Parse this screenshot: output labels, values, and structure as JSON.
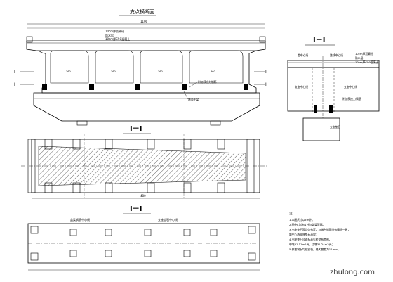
{
  "views": {
    "elevation_title": "支点横断面",
    "section_title": "I－I",
    "plan_title": "I－I",
    "lower_plan_title": "I－I"
  },
  "markers": {
    "section_mark": "I",
    "dim_top": "1100",
    "dim_bottom": "480"
  },
  "elevation": {
    "layer_1": "10cm厚沥青砼",
    "layer_2": "防水层",
    "layer_3": "10cm厚C50混凝土",
    "span_labels": [
      "360",
      "360",
      "360",
      "360"
    ],
    "callout_pier": "墩顶主梁",
    "callout_bearing": "附加预应力钢筋"
  },
  "section": {
    "top_label_1": "10cm厚沥青砼",
    "top_label_2": "防水层",
    "top_label_3": "10cm厚C50混凝土",
    "mark_a": "盖中心线",
    "mark_b": "路线中心线",
    "mark_c": "支座中心线",
    "mark_d": "支座中心线",
    "mark_e": "附加预应力钢筋",
    "base_label": "支座垫石"
  },
  "plan": {
    "left_label": "盖梁钢筋中心线",
    "right_label": "支座垫石中心线"
  },
  "notes": {
    "title": "注：",
    "items": [
      "1.本图尺寸以cm计。",
      "2.图中L为跨度并与盖梁等高。",
      "3.支座垫石等均匀布置，与墩台钢筋分布情况一致，",
      "  墩中心线支座垫石高程；",
      "4.支座垫石顶面标高见桥型布置图，",
      "  中墩31.11m2高，边墩31.24m2高；",
      "5.预埋钢板均在安装，最大偏差为11mm。"
    ]
  },
  "watermark": "zhulong.com"
}
